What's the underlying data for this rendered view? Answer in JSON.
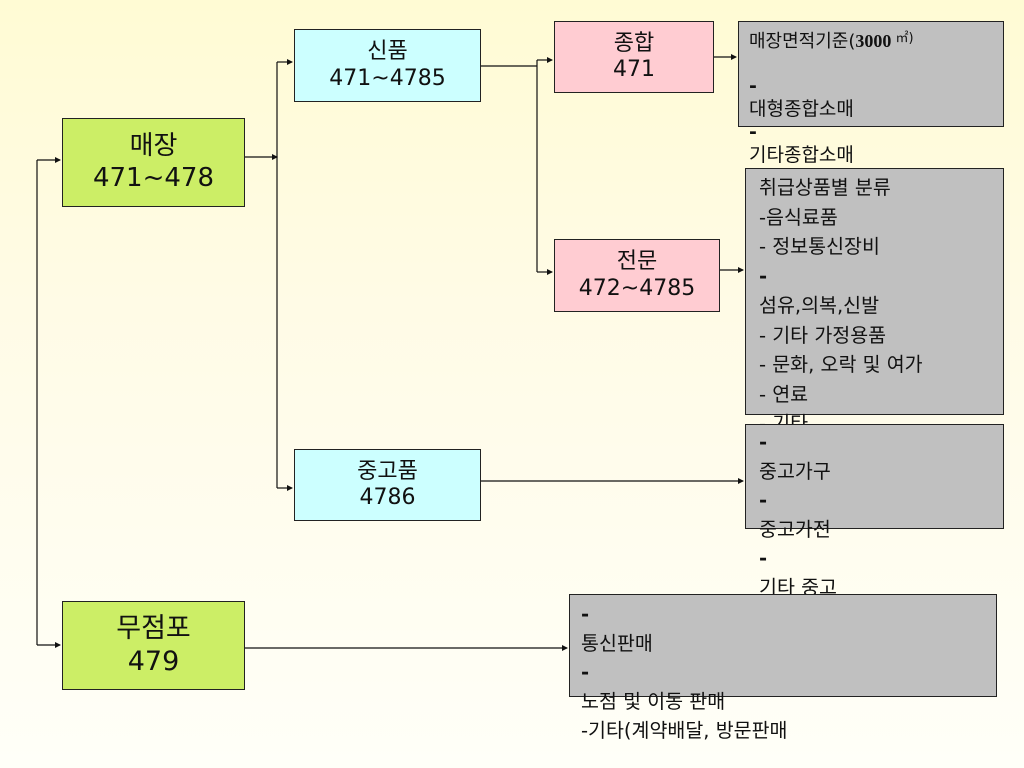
{
  "nodes": {
    "maejang": {
      "name": "매장",
      "code": "471~478"
    },
    "mujeompo": {
      "name": "무점포",
      "code": "479"
    },
    "sinpum": {
      "name": "신품",
      "code": "471~4785"
    },
    "junggo": {
      "name": "중고품",
      "code": "4786"
    },
    "jonghap": {
      "name": "종합",
      "code": "471"
    },
    "jeonmun": {
      "name": "전문",
      "code": "472~4785"
    }
  },
  "details": {
    "jonghap": {
      "heading_text": "매장면적기준(",
      "heading_area": "3000",
      "heading_unit": " ㎡)",
      "items": [
        "대형종합소매",
        " 기타종합소매"
      ]
    },
    "jeonmun": {
      "heading": "취급상품별 분류",
      "items": [
        "음식료품",
        " 정보통신장비",
        " 섬유,의복,신발",
        " 기타 가정용품",
        " 문화, 오락 및 여가",
        " 연료",
        " 기타"
      ]
    },
    "junggo": {
      "items": [
        " 중고가구",
        " 중고가전",
        " 기타 중고"
      ]
    },
    "mujeompo": {
      "items": [
        " 통신판매",
        " 노점 및 이동 판매",
        "기타(계약배달, 방문판매"
      ]
    }
  }
}
